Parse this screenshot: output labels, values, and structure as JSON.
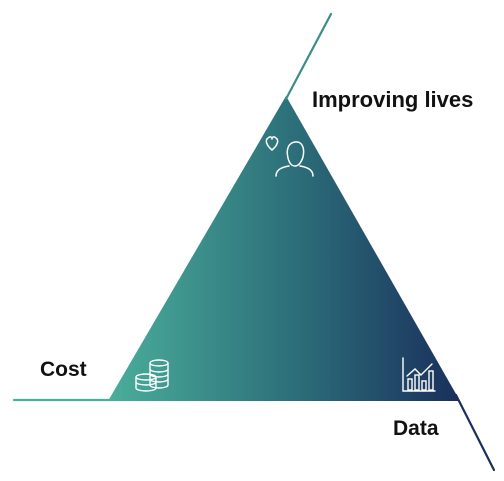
{
  "diagram": {
    "labels": {
      "top": "Improving lives",
      "left": "Cost",
      "right": "Data"
    },
    "icons": {
      "top": "heart-person-icon",
      "left": "coins-stack-icon",
      "right": "bar-chart-icon"
    },
    "colors": {
      "gradient_start": "#4aae9b",
      "gradient_mid": "#2b6c78",
      "gradient_end": "#1a2f5c",
      "text": "#111111",
      "icon_stroke": "#ffffff"
    }
  }
}
